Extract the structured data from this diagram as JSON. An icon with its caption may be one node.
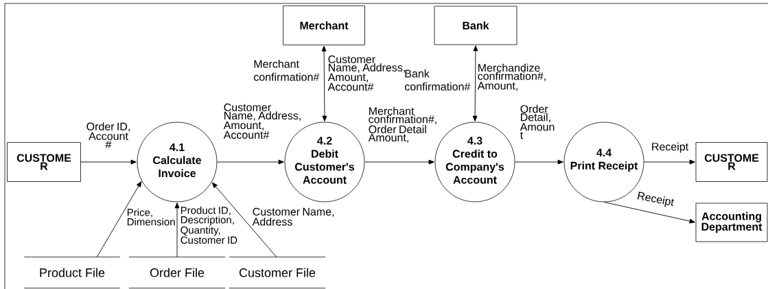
{
  "diagram": {
    "nodes": [
      {
        "text": [
          "CUSTOME R"
        ]
      },
      {
        "text": [
          "Merchant"
        ]
      },
      {
        "text": [
          "Bank"
        ]
      },
      {
        "text": [
          "4.1",
          "Calculate Invoice"
        ]
      },
      {
        "text": [
          "4.2",
          "Debit Customer's Account"
        ]
      },
      {
        "text": [
          "4.3",
          "Credit to Company's Account"
        ]
      },
      {
        "text": [
          "4.4",
          "Print Receipt"
        ]
      },
      {
        "text": [
          "CUSTOME R"
        ]
      },
      {
        "text": [
          "Accounting Department"
        ]
      },
      {
        "text": [
          "Product File"
        ]
      },
      {
        "text": [
          "Order File"
        ]
      },
      {
        "text": [
          "Customer File"
        ]
      }
    ],
    "edges": [
      {
        "from": 0,
        "to": 3,
        "arrow": "to",
        "label": "Order ID, Account #"
      },
      {
        "from": 3,
        "to": 4,
        "arrow": "to",
        "label": "Customer Name, Address, Amount, Account#"
      },
      {
        "from": 1,
        "to": 4,
        "arrow": "both",
        "label": "Customer Name, Address, Amount, Account#"
      },
      {
        "from": 4,
        "to": 5,
        "arrow": "to",
        "label": "Merchant confirmation#, Order Detail Amount,"
      },
      {
        "from": 2,
        "to": 5,
        "arrow": "both",
        "label": "Merchandize confirmation#, Amount,"
      },
      {
        "from": 5,
        "to": 6,
        "arrow": "to",
        "label": "Order Detail, Amoun t"
      },
      {
        "from": 6,
        "to": 7,
        "arrow": "to",
        "label": "Receipt"
      },
      {
        "from": 6,
        "to": 8,
        "arrow": "to",
        "label": "Receipt"
      },
      {
        "from": 9,
        "to": 3,
        "arrow": "to",
        "label": "Price, Dimension"
      },
      {
        "from": 10,
        "to": 3,
        "arrow": "to",
        "label": "Product ID, Description, Quantity, Customer ID"
      },
      {
        "from": 11,
        "to": 3,
        "arrow": "to",
        "label": "Customer Name, Address"
      }
    ],
    "labels": [
      "Merchant confirmation#",
      "Bank confirmation#"
    ]
  }
}
